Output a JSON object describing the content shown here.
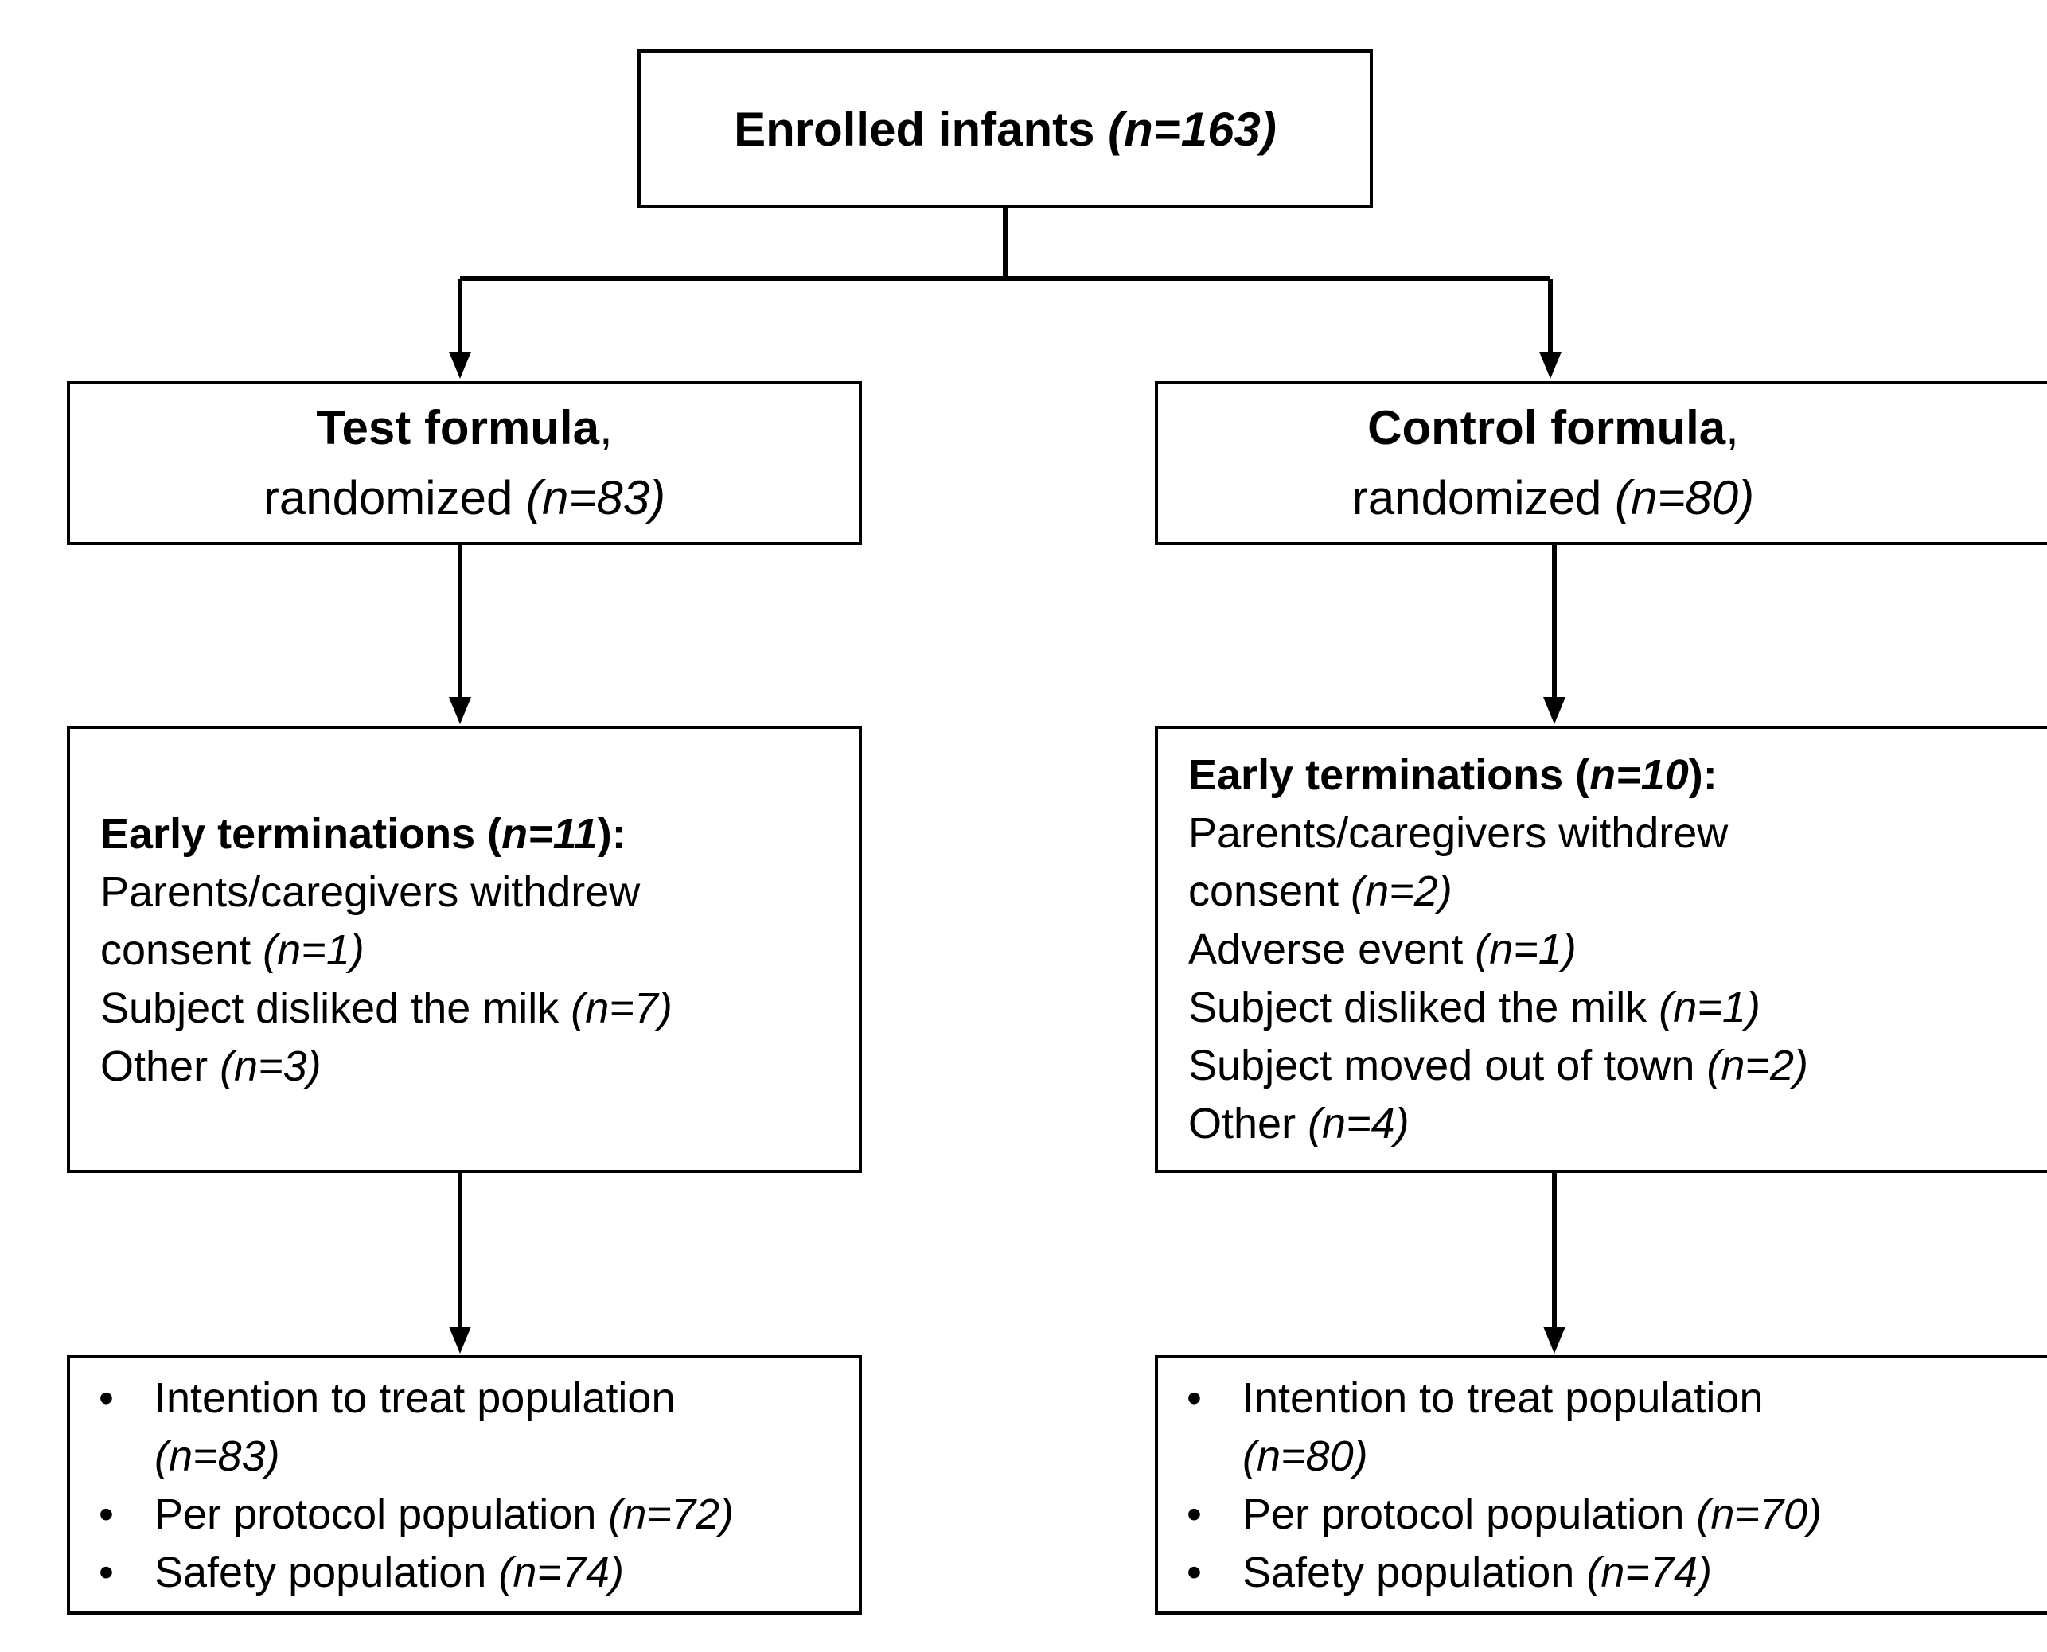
{
  "enrolled": {
    "label": "Enrolled infants",
    "n": "(n=163)"
  },
  "test_arm": {
    "name": "Test formula",
    "comma": ",",
    "randomized_label": "randomized",
    "randomized_n": "(n=83)",
    "early_terminations": {
      "heading": "Early terminations (",
      "n": "n=11",
      "heading_close": "):",
      "reasons": [
        {
          "label": "Parents/caregivers withdrew",
          "n": ""
        },
        {
          "label": "consent",
          "n": "(n=1)"
        },
        {
          "label": "Subject disliked the milk",
          "n": "(n=7)"
        },
        {
          "label": "Other",
          "n": "(n=3)"
        }
      ]
    },
    "populations": [
      {
        "label": "Intention to treat population",
        "n": "(n=83)"
      },
      {
        "label": "Per protocol population",
        "n": "(n=72)"
      },
      {
        "label": "Safety population",
        "n": "(n=74)"
      }
    ]
  },
  "control_arm": {
    "name": "Control formula",
    "comma": ",",
    "randomized_label": "randomized",
    "randomized_n": "(n=80)",
    "early_terminations": {
      "heading": "Early terminations (",
      "n": "n=10",
      "heading_close": "):",
      "reasons": [
        {
          "label": "Parents/caregivers withdrew",
          "n": ""
        },
        {
          "label": "consent",
          "n": "(n=2)"
        },
        {
          "label": "Adverse event",
          "n": "(n=1)"
        },
        {
          "label": "Subject disliked the milk",
          "n": "(n=1)"
        },
        {
          "label": "Subject moved out of town",
          "n": "(n=2)"
        },
        {
          "label": "Other",
          "n": "(n=4)"
        }
      ]
    },
    "populations": [
      {
        "label": "Intention to treat population",
        "n": "(n=80)"
      },
      {
        "label": "Per protocol population",
        "n": "(n=70)"
      },
      {
        "label": "Safety population",
        "n": "(n=74)"
      }
    ]
  },
  "bullet_glyph": "•",
  "colors": {
    "line": "#000000",
    "background": "#ffffff"
  }
}
